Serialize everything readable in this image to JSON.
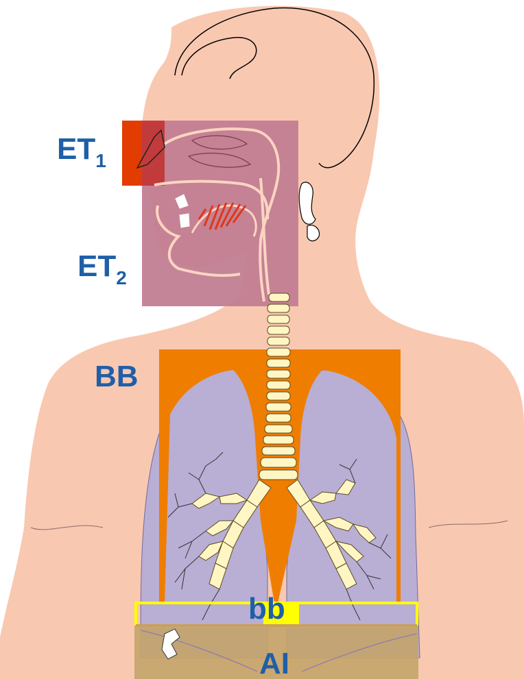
{
  "labels": {
    "et1": {
      "base": "ET",
      "sub": "1"
    },
    "et2": {
      "base": "ET",
      "sub": "2"
    },
    "bb_upper": "BB",
    "bb_lower": "bb",
    "ai": "AI"
  },
  "colors": {
    "skin": "#f9c8b1",
    "lung": "#b9aed4",
    "et1_region": "#e33c00",
    "et2_region": "#c27e92",
    "bb_region": "#ef7d00",
    "bb_small_region": "#ffff00",
    "ai_region": "#c4a46a",
    "label_text": "#1f5fa8",
    "bronchi_fill": "#fff6c3",
    "outline": "#000000"
  }
}
